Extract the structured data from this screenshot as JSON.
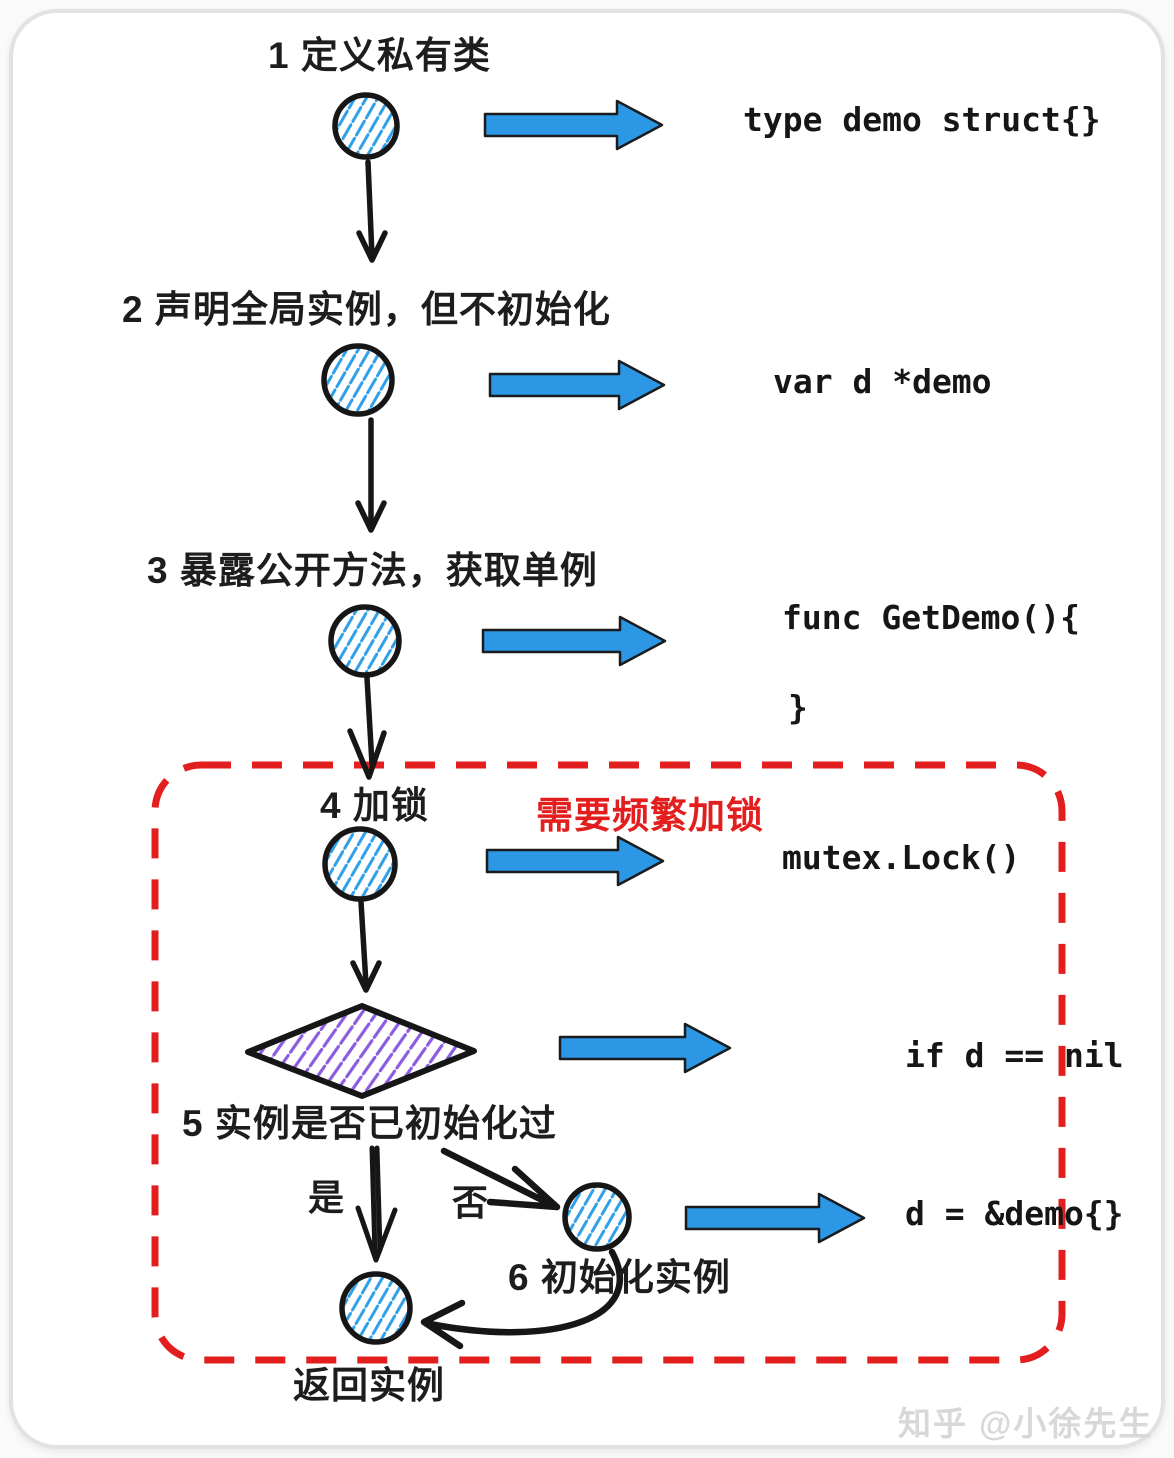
{
  "colors": {
    "blue": "#2b97e5",
    "blue_hatch": "#2e9fe8",
    "purple_hatch": "#8a5ce0",
    "ink": "#161616",
    "red": "#e31e1e",
    "text": "#1d1d1d",
    "watermark": "#d8d8d8",
    "card_border": "#e2e2e2"
  },
  "flow": {
    "step1": {
      "label": "1 定义私有类",
      "code": "type demo struct{}"
    },
    "step2": {
      "label": "2 声明全局实例，但不初始化",
      "code": "var d *demo"
    },
    "step3": {
      "label": "3 暴露公开方法，获取单例",
      "code_open": "func GetDemo(){",
      "code_close": "}"
    },
    "step4": {
      "label": "4 加锁",
      "warning": "需要频繁加锁",
      "code": "mutex.Lock()"
    },
    "step5": {
      "label": "5 实例是否已初始化过",
      "code": "if d == nil",
      "branch_yes": "是",
      "branch_no": "否"
    },
    "step6": {
      "label": "6 初始化实例",
      "code": "d = &demo{}"
    },
    "return_label": "返回实例"
  },
  "watermark": "知乎 @小徐先生"
}
